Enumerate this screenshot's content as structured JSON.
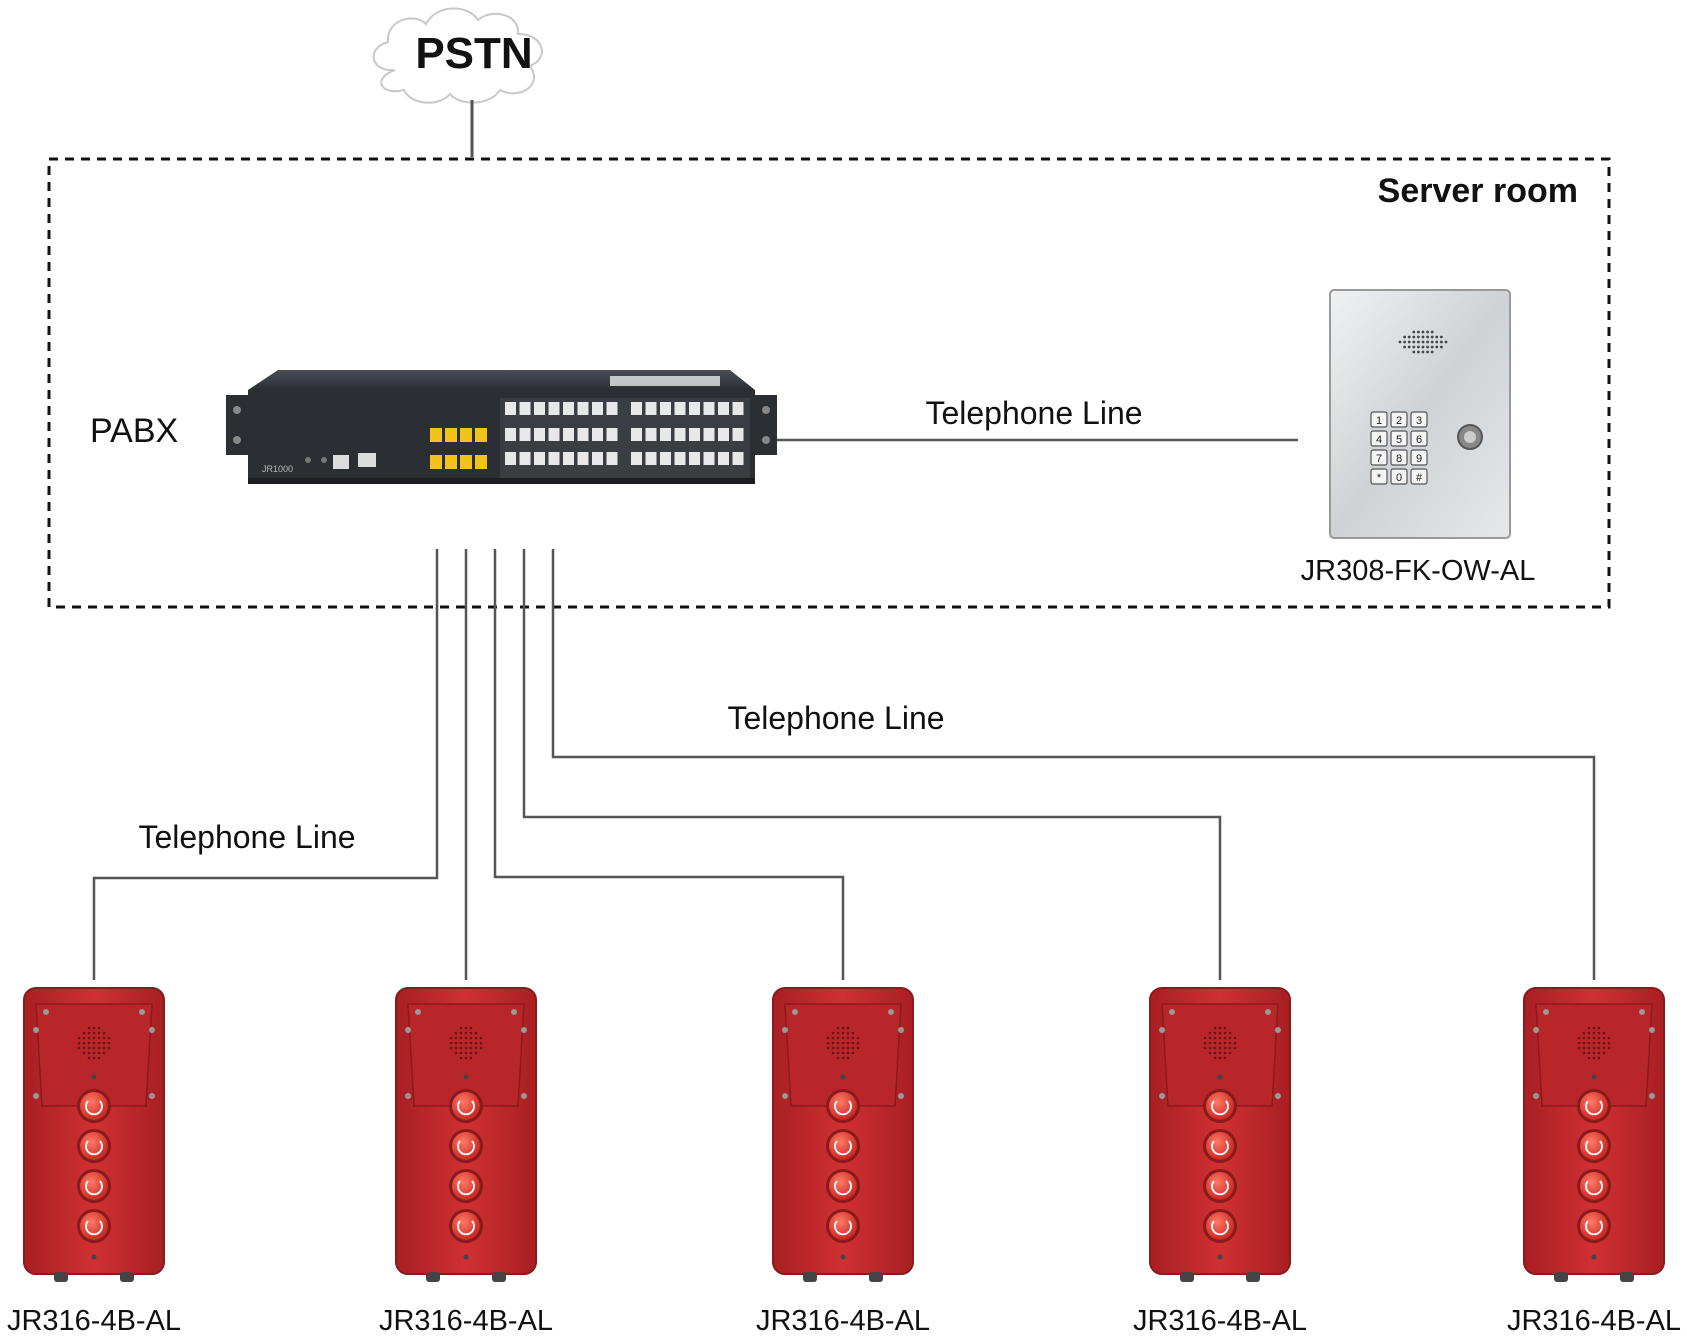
{
  "pstn": {
    "label": "PSTN"
  },
  "server_room": {
    "label": "Server room"
  },
  "pabx": {
    "label": "PABX",
    "model_text": "JR1000"
  },
  "line_labels": {
    "to_keypad": "Telephone Line",
    "to_right_phones": "Telephone Line",
    "to_left_phone": "Telephone Line"
  },
  "keypad_phone": {
    "model": "JR308-FK-OW-AL",
    "keys": [
      "1",
      "2",
      "3",
      "4",
      "5",
      "6",
      "7",
      "8",
      "9",
      "*",
      "0",
      "#"
    ]
  },
  "emergency_phones": [
    {
      "model": "JR316-4B-AL"
    },
    {
      "model": "JR316-4B-AL"
    },
    {
      "model": "JR316-4B-AL"
    },
    {
      "model": "JR316-4B-AL"
    },
    {
      "model": "JR316-4B-AL"
    }
  ],
  "colors": {
    "phone_red": "#c42a2b",
    "button_red": "#e8463c",
    "pabx_body": "#2b2e33",
    "port_yellow": "#f2c31b",
    "steel": "#d9dbde",
    "wire": "#555555"
  }
}
